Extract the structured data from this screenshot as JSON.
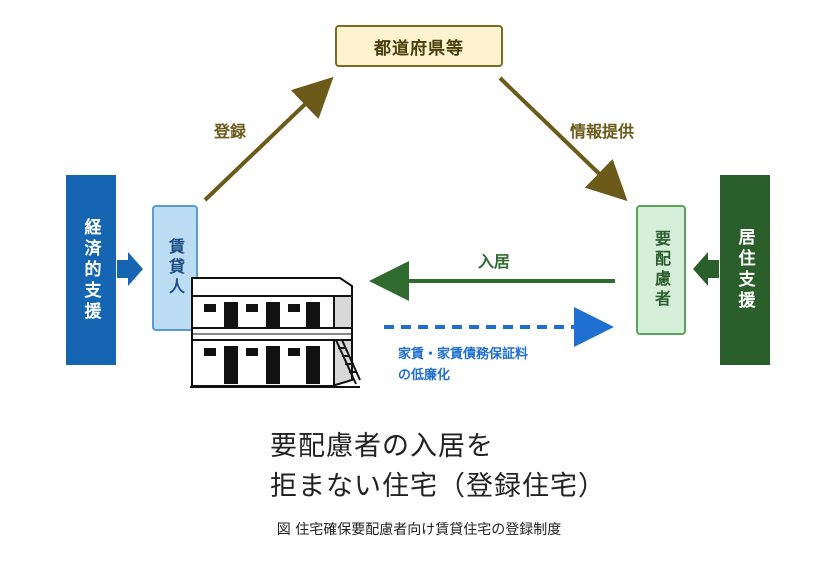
{
  "nodes": {
    "prefecture": "都道府県等",
    "tenant": "賃貸人",
    "needy": "要配慮者",
    "economic_support": "経済的支援",
    "housing_support": "居住支援"
  },
  "arrows": {
    "register": "登録",
    "info_provision": "情報提供",
    "move_in": "入居",
    "cost_reduction_line1": "家賃・家賃債務保証料",
    "cost_reduction_line2": "の低廉化"
  },
  "headline": {
    "line1": "要配慮者の入居を",
    "line2": "拒まない住宅（登録住宅）"
  },
  "caption": "図 住宅確保要配慮者向け賃貸住宅の登録制度",
  "colors": {
    "brown_arrow": "#6b5a1a",
    "green_arrow": "#2f6a2f",
    "blue_arrow": "#1f6fd0",
    "economic_support_bg": "#1565b3",
    "housing_support_bg": "#2a5e2a"
  }
}
